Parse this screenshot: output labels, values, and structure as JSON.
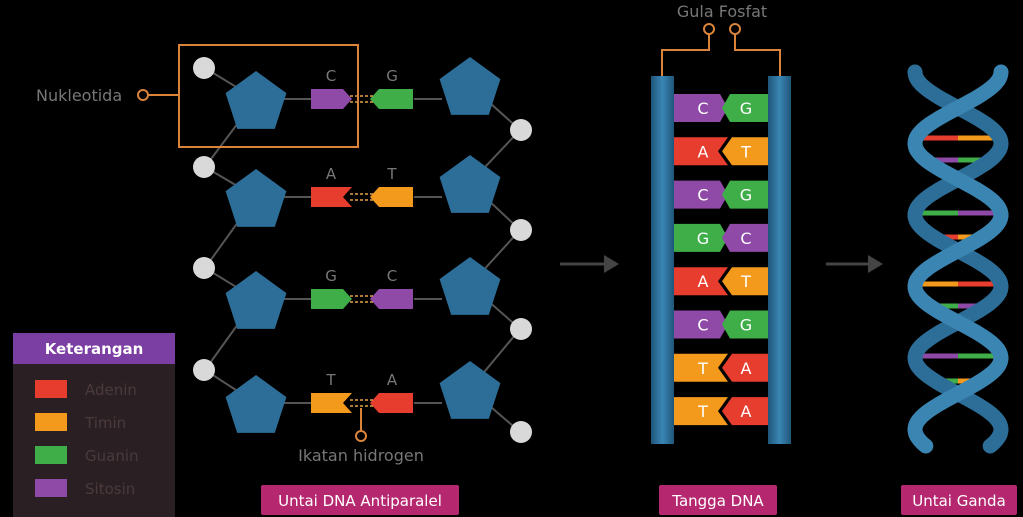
{
  "labels": {
    "nucleotide": "Nukleotida",
    "phosphate_sugar": "Gula Fosfat",
    "hydrogen_bond": "Ikatan hidrogen"
  },
  "captions": {
    "antiparallel": "Untai DNA Antiparalel",
    "ladder": "Tangga DNA",
    "double_helix": "Untai Ganda"
  },
  "legend": {
    "title": "Keterangan",
    "items": [
      {
        "name": "Adenin",
        "color": "#e63d2e"
      },
      {
        "name": "Timin",
        "color": "#f39a1c"
      },
      {
        "name": "Guanin",
        "color": "#3fae49"
      },
      {
        "name": "Sitosin",
        "color": "#8e4aa6"
      }
    ]
  },
  "antiparallel_pairs": [
    {
      "left": "C",
      "right": "G"
    },
    {
      "left": "A",
      "right": "T"
    },
    {
      "left": "G",
      "right": "C"
    },
    {
      "left": "T",
      "right": "A"
    }
  ],
  "ladder_rungs": [
    {
      "left": "C",
      "right": "G"
    },
    {
      "left": "A",
      "right": "T"
    },
    {
      "left": "C",
      "right": "G"
    },
    {
      "left": "G",
      "right": "C"
    },
    {
      "left": "A",
      "right": "T"
    },
    {
      "left": "C",
      "right": "G"
    },
    {
      "left": "T",
      "right": "A"
    },
    {
      "left": "T",
      "right": "A"
    }
  ],
  "colors": {
    "A": "#e63d2e",
    "T": "#f39a1c",
    "G": "#3fae49",
    "C": "#8e4aa6",
    "sugar": "#2c6e98",
    "backbone": "#2c6e98",
    "phosphate": "#d9d9d9",
    "annotation": "#d9843a",
    "caption_bg": "#b5286f",
    "legend_bg": "#2a1f22",
    "legend_header": "#7b3ea3"
  }
}
